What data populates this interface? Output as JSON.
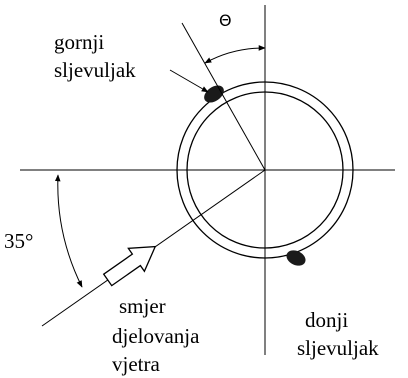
{
  "labels": {
    "theta": "Θ",
    "upper_line1": "gornji",
    "upper_line2": "sljevuljak",
    "angle": "35°",
    "wind_line1": "smjer",
    "wind_line2": "djelovanja",
    "wind_line3": "vjetra",
    "lower_line1": "donji",
    "lower_line2": "sljevuljak"
  },
  "geometry_meaning": {
    "wind_angle_deg": 35
  },
  "colors": {
    "stroke": "#000000",
    "fill_dark": "#1a1a1a",
    "background": "#ffffff"
  }
}
